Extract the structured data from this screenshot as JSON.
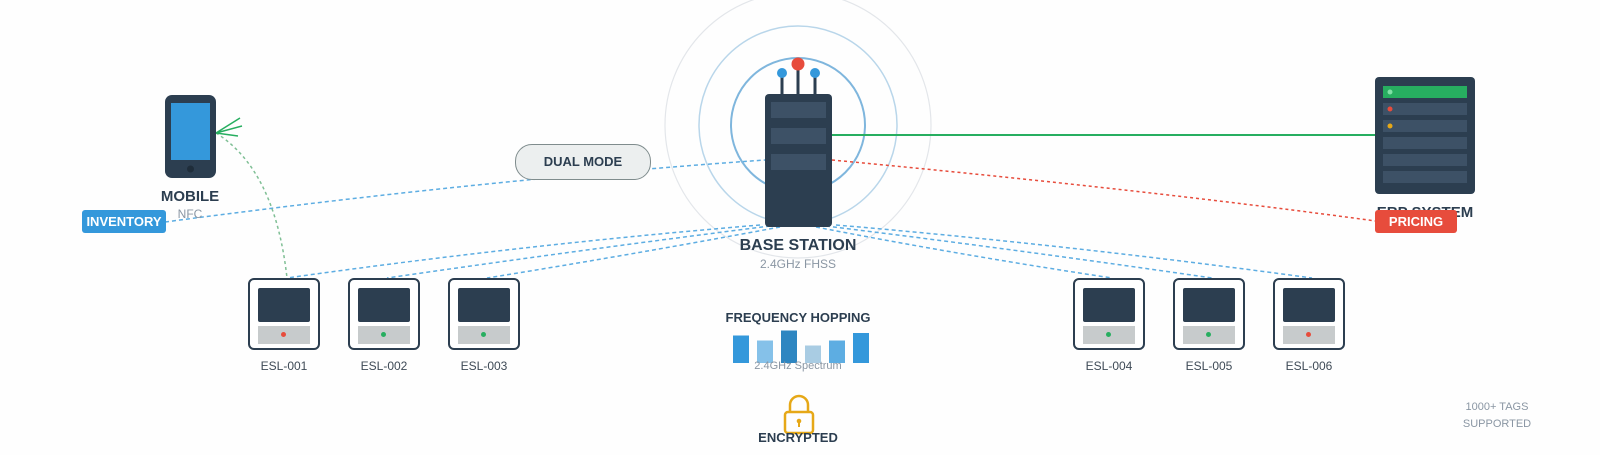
{
  "mobile": {
    "title": "MOBILE",
    "subtitle": "NFC"
  },
  "base_station": {
    "title": "BASE STATION",
    "subtitle": "2.4GHz FHSS"
  },
  "erp": {
    "title": "ERP SYSTEM"
  },
  "badges": {
    "inventory": "INVENTORY",
    "pricing": "PRICING",
    "dual_mode": "DUAL MODE"
  },
  "esl_tags": [
    {
      "label": "ESL-001",
      "status": "red"
    },
    {
      "label": "ESL-002",
      "status": "green"
    },
    {
      "label": "ESL-003",
      "status": "green"
    },
    {
      "label": "ESL-004",
      "status": "green"
    },
    {
      "label": "ESL-005",
      "status": "green"
    },
    {
      "label": "ESL-006",
      "status": "red"
    }
  ],
  "frequency": {
    "title": "FREQUENCY HOPPING",
    "subtitle": "2.4GHz Spectrum",
    "levels": [
      0.55,
      0.45,
      0.65,
      0.35,
      0.45,
      0.6
    ]
  },
  "security": {
    "label": "ENCRYPTED",
    "icon": "lock-icon"
  },
  "footer": {
    "line1": "1000+ TAGS",
    "line2": "SUPPORTED"
  },
  "colors": {
    "dark": "#2c3e50",
    "blue": "#3498db",
    "green": "#27ae60",
    "red": "#e74c3c",
    "orange": "#e6a817",
    "light_blue": "#85c1e9"
  }
}
